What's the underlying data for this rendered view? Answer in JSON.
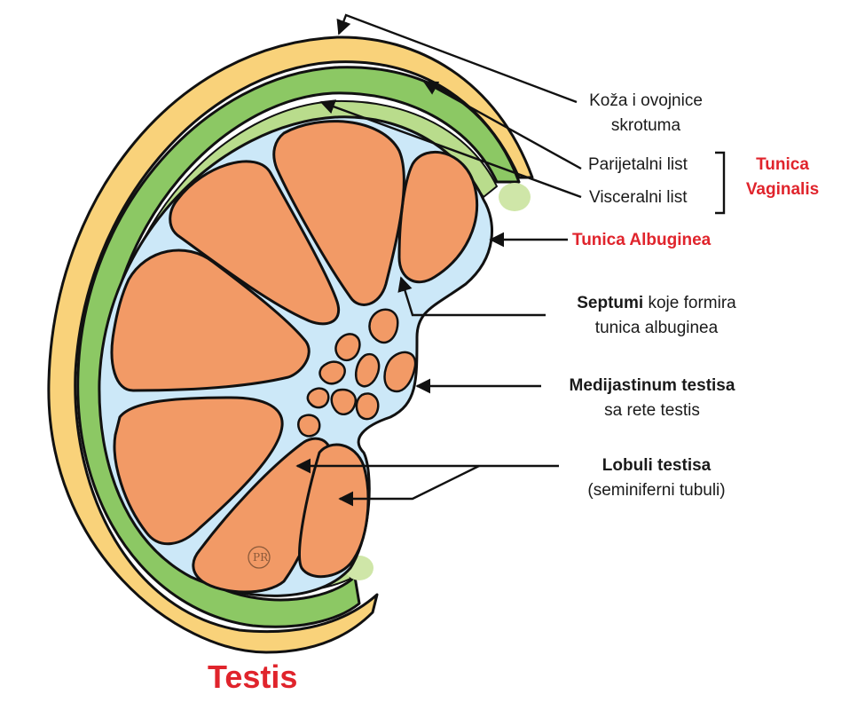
{
  "title": "Testis",
  "labels": {
    "skin_line1": "Koža i ovojnice",
    "skin_line2": "skrotuma",
    "parietal": "Parijetalni list",
    "visceral": "Visceralni list",
    "tunica_vaginalis_line1": "Tunica",
    "tunica_vaginalis_line2": "Vaginalis",
    "tunica_albuginea": "Tunica Albuginea",
    "septumi_bold": "Septumi",
    "septumi_rest": " koje formira",
    "septumi_line2": "tunica albuginea",
    "mediastinum_bold": "Medijastinum testisa",
    "mediastinum_line2": "sa rete testis",
    "lobuli_bold": "Lobuli testisa",
    "lobuli_line2": "(seminiferni tubuli)"
  },
  "signature_text": "PR",
  "colors": {
    "skin_yellow": "#f9d27a",
    "parietal_green": "#8cc864",
    "visceral_green": "#b9dc8c",
    "albuginea_blue": "#cce8f8",
    "lobule_orange": "#f29a66",
    "outline": "#111111",
    "red_label": "#e0242c"
  }
}
